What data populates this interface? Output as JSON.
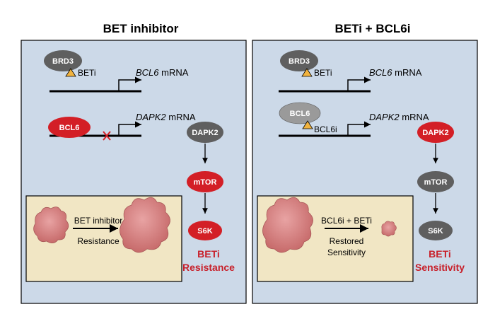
{
  "left": {
    "title": "BET inhibitor",
    "brd3": "BRD3",
    "beti": "BETi",
    "bcl6_gene": "BCL6",
    "bcl6_mrna": " mRNA",
    "bcl6_protein": "BCL6",
    "dapk2_gene": "DAPK2",
    "dapk2_mrna": " mRNA",
    "dapk2_node": "DAPK2",
    "mtor_node": "mTOR",
    "s6k_node": "S6K",
    "tumor_arrow_label": "BET inhibitor",
    "tumor_result_label": "Resistance",
    "outcome_line1": "BETi",
    "outcome_line2": "Resistance"
  },
  "right": {
    "title": "BETi + BCL6i",
    "brd3": "BRD3",
    "beti": "BETi",
    "bcl6_gene": "BCL6",
    "bcl6_mrna": " mRNA",
    "bcl6_protein": "BCL6",
    "bcl6i": "BCL6i",
    "dapk2_gene": "DAPK2",
    "dapk2_mrna": " mRNA",
    "dapk2_node": "DAPK2",
    "mtor_node": "mTOR",
    "s6k_node": "S6K",
    "tumor_arrow_label": "BCL6i + BETi",
    "tumor_result_line1": "Restored",
    "tumor_result_line2": "Sensitivity",
    "outcome_line1": "BETi",
    "outcome_line2": "Sensitivity"
  },
  "colors": {
    "panel_bg": "#ccd9e8",
    "inset_bg": "#f1e6c4",
    "red_node": "#d31f26",
    "gray_node": "#5f5f5f",
    "light_gray_node": "#9a9a9a",
    "inhibitor_triangle": "#f2b33d",
    "outcome_text": "#c8202a",
    "tumor": "#d98585"
  }
}
